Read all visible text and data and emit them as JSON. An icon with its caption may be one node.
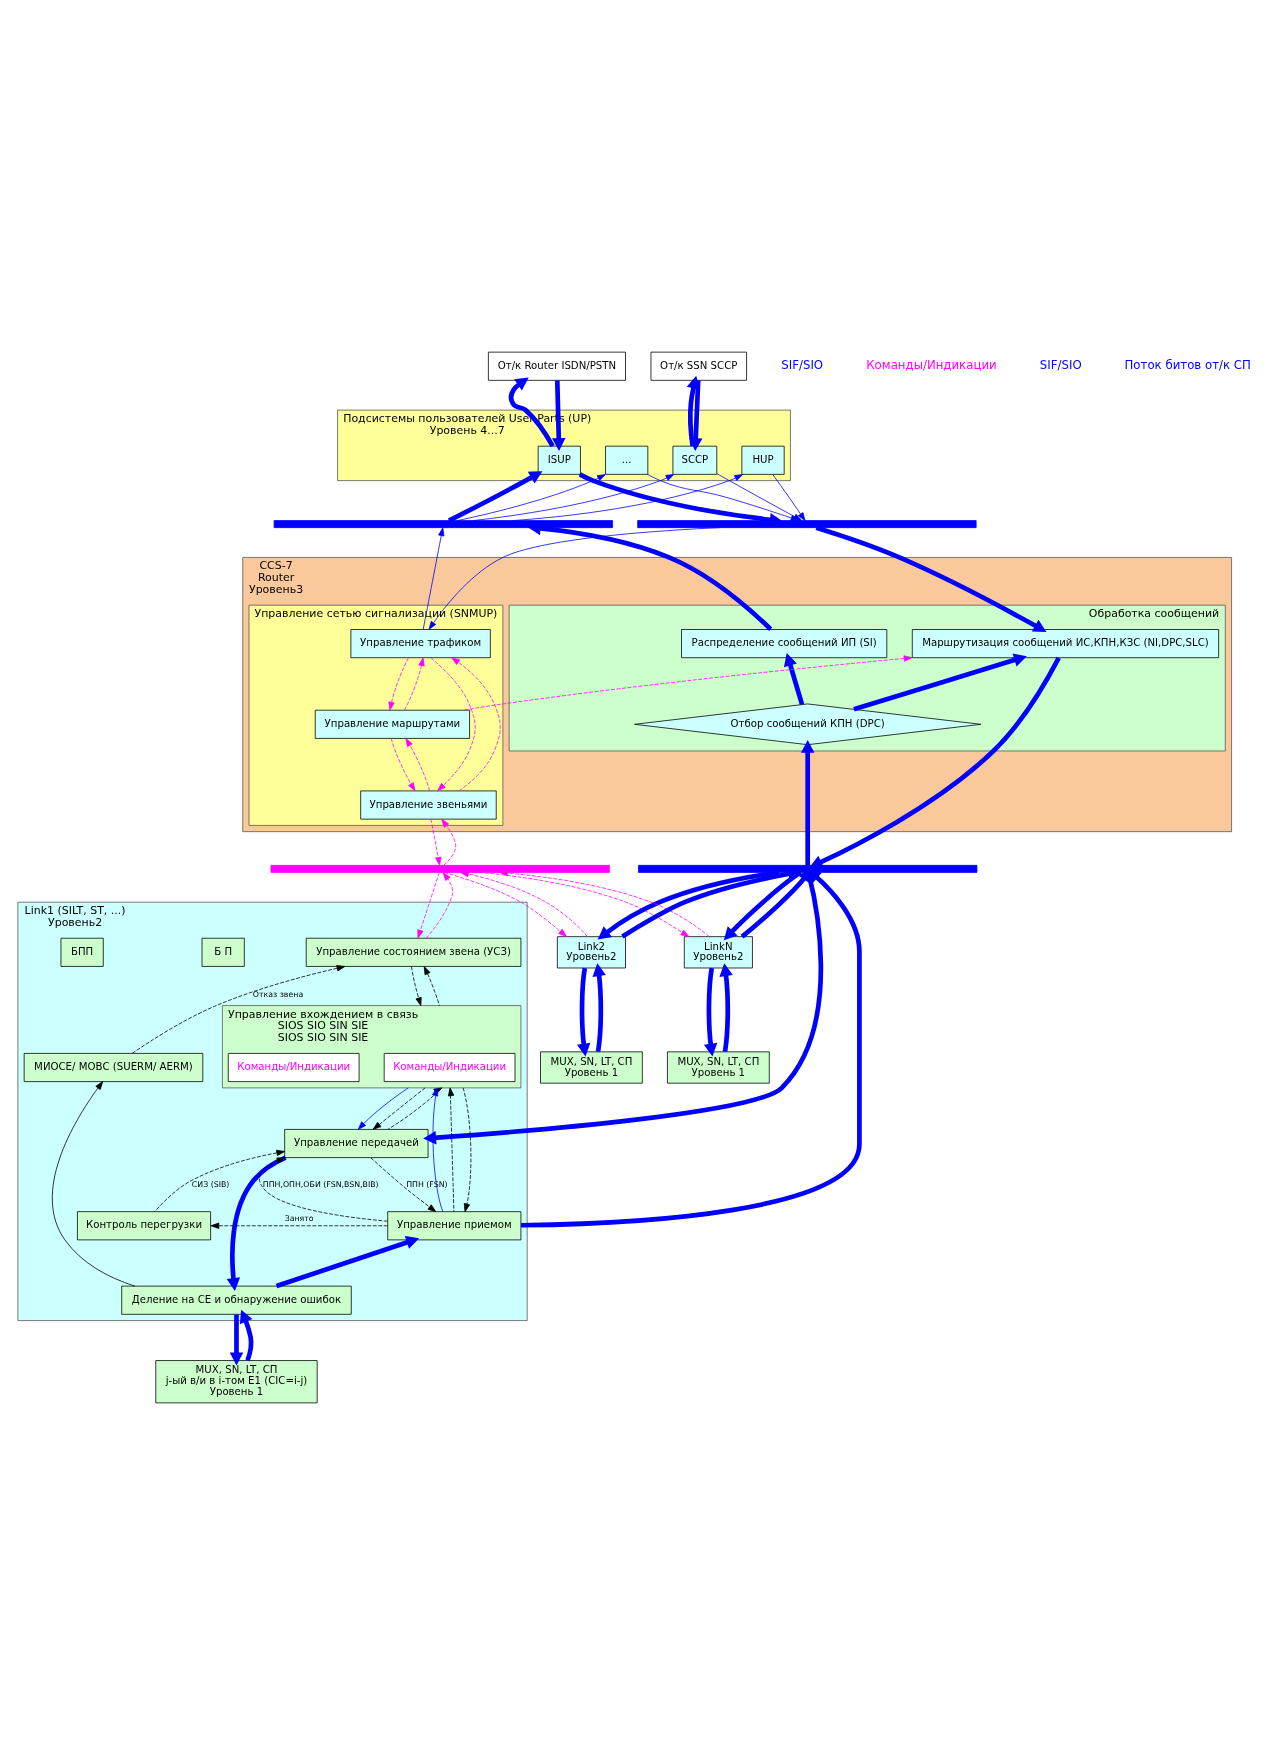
{
  "diagram": {
    "nodes": [
      {
        "text": [
          "Подсистемы пользователей User Parts (UP)",
          "Уровень 4...7"
        ]
      },
      {
        "text": [
          "ISUP"
        ],
        "in": 0
      },
      {
        "text": [
          "..."
        ],
        "in": 0
      },
      {
        "text": [
          "SCCP"
        ],
        "in": 0
      },
      {
        "text": [
          "HUP"
        ],
        "in": 0
      },
      {
        "text": [
          "От/к Router ISDN/PSTN"
        ]
      },
      {
        "text": [
          "От/к SSN SCCP"
        ]
      },
      {
        "text": [],
        "shape": "bar"
      },
      {
        "text": [],
        "shape": "bar"
      },
      {
        "text": [
          "CCS-7",
          "Router",
          "Уровень3"
        ]
      },
      {
        "text": [
          "Обработка сообщений"
        ],
        "in": 9
      },
      {
        "text": [
          "Распределение сообщений ИП (SI)"
        ],
        "in": 10
      },
      {
        "text": [
          "Маршрутизация сообщений ИС,КПН,КЗС (NI,DPC,SLC)"
        ],
        "in": 10
      },
      {
        "text": [
          "Отбор сообщений КПН (DPC)"
        ],
        "in": 10
      },
      {
        "text": [
          "Управление сетью сигнализации (SNMUP)"
        ],
        "in": 9
      },
      {
        "text": [
          "Управление трафиком"
        ],
        "in": 14
      },
      {
        "text": [
          "Управление маршрутами"
        ],
        "in": 14
      },
      {
        "text": [
          "Управление звеньями"
        ],
        "in": 14
      },
      {
        "text": [],
        "shape": "bar"
      },
      {
        "text": [],
        "shape": "bar"
      },
      {
        "text": [
          "LinkN",
          "Уровень2"
        ]
      },
      {
        "text": [
          "Link2",
          "Уровень2"
        ]
      },
      {
        "text": [
          "Link1 (SILT, ST, ...)",
          "Уровень2"
        ]
      },
      {
        "text": [
          "Управление состоянием звена (УСЗ)"
        ],
        "in": 22
      },
      {
        "text": [
          "Управление вхождением в связь",
          "SIOS SIO SIN SIE",
          "SIOS SIO SIN SIE"
        ],
        "in": 22
      },
      {
        "text": [
          "Команды/Индикации"
        ],
        "in": 24
      },
      {
        "text": [
          "Команды/Индикации"
        ],
        "in": 24
      },
      {
        "text": [
          "Б П"
        ],
        "in": 22
      },
      {
        "text": [
          "БПП"
        ],
        "in": 22
      },
      {
        "text": [
          "Управление передачей"
        ],
        "in": 22
      },
      {
        "text": [
          "Контроль перегрузки"
        ],
        "in": 22
      },
      {
        "text": [
          "Управление приемом"
        ],
        "in": 22
      },
      {
        "text": [
          "МИОСЕ/ МОВС (SUERM/ AERM)"
        ],
        "in": 22
      },
      {
        "text": [
          "Деление на СЕ и обнаружение ошибок"
        ],
        "in": 22
      },
      {
        "text": [
          "MUX, SN, LT, СП",
          "Уровень 1"
        ]
      },
      {
        "text": [
          "MUX, SN, LT, СП",
          "Уровень 1"
        ]
      },
      {
        "text": [
          "MUX, SN, LT, СП",
          "j-ый в/и в i-том E1 (CIC=i-j)",
          "Уровень 1"
        ]
      }
    ],
    "edges": [
      {
        "from": 5,
        "to": 1,
        "arrow": "to",
        "style": "thick"
      },
      {
        "from": 1,
        "to": 5,
        "arrow": "to",
        "style": "thick"
      },
      {
        "from": 6,
        "to": 3,
        "arrow": "to",
        "style": "thick"
      },
      {
        "from": 3,
        "to": 6,
        "arrow": "to",
        "style": "thick"
      },
      {
        "from": 1,
        "to": 8,
        "arrow": "to",
        "style": "thick"
      },
      {
        "from": 7,
        "to": 1,
        "arrow": "to",
        "style": "thick"
      },
      {
        "from": 2,
        "to": 8,
        "arrow": "to"
      },
      {
        "from": 7,
        "to": 2,
        "arrow": "to"
      },
      {
        "from": 3,
        "to": 8,
        "arrow": "to"
      },
      {
        "from": 7,
        "to": 3,
        "arrow": "to"
      },
      {
        "from": 4,
        "to": 8,
        "arrow": "to"
      },
      {
        "from": 7,
        "to": 4,
        "arrow": "to"
      },
      {
        "from": 11,
        "to": 7,
        "arrow": "to",
        "style": "thick"
      },
      {
        "from": 8,
        "to": 12,
        "arrow": "to",
        "style": "thick"
      },
      {
        "from": 15,
        "to": 7,
        "arrow": "to"
      },
      {
        "from": 8,
        "to": 15,
        "arrow": "to"
      },
      {
        "from": 13,
        "to": 11,
        "arrow": "to",
        "style": "thick"
      },
      {
        "from": 13,
        "to": 12,
        "arrow": "to",
        "style": "thick"
      },
      {
        "from": 16,
        "to": 15,
        "arrow": "to",
        "style": "dashed",
        "color": "#ff00ff"
      },
      {
        "from": 15,
        "to": 16,
        "arrow": "to",
        "style": "dashed",
        "color": "#ff00ff"
      },
      {
        "from": 16,
        "to": 17,
        "arrow": "to",
        "style": "dashed",
        "color": "#ff00ff"
      },
      {
        "from": 17,
        "to": 16,
        "arrow": "to",
        "style": "dashed",
        "color": "#ff00ff"
      },
      {
        "from": 15,
        "to": 17,
        "arrow": "to",
        "style": "dashed",
        "color": "#ff00ff"
      },
      {
        "from": 17,
        "to": 15,
        "arrow": "to",
        "style": "dashed",
        "color": "#ff00ff"
      },
      {
        "from": 16,
        "to": 12,
        "arrow": "to",
        "style": "dashed",
        "color": "#ff00ff"
      },
      {
        "from": 17,
        "to": 18,
        "arrow": "to",
        "style": "dashed",
        "color": "#ff00ff"
      },
      {
        "from": 18,
        "to": 17,
        "arrow": "to",
        "style": "dashed",
        "color": "#ff00ff"
      },
      {
        "from": 12,
        "to": 19,
        "arrow": "to",
        "style": "thick"
      },
      {
        "from": 19,
        "to": 13,
        "arrow": "to",
        "style": "thick"
      },
      {
        "from": 19,
        "to": 20,
        "arrow": "to",
        "style": "thick"
      },
      {
        "from": 19,
        "to": 21,
        "arrow": "to",
        "style": "thick"
      },
      {
        "from": 19,
        "to": 29,
        "arrow": "to",
        "style": "thick"
      },
      {
        "from": 31,
        "to": 19,
        "arrow": "to",
        "style": "thick"
      },
      {
        "from": 21,
        "to": 19,
        "arrow": "to",
        "style": "thick"
      },
      {
        "from": 20,
        "to": 19,
        "arrow": "to",
        "style": "thick"
      },
      {
        "from": 18,
        "to": 20,
        "arrow": "to",
        "style": "dashed",
        "color": "#ff00ff"
      },
      {
        "from": 18,
        "to": 21,
        "arrow": "to",
        "style": "dashed",
        "color": "#ff00ff"
      },
      {
        "from": 18,
        "to": 23,
        "arrow": "to",
        "style": "dashed",
        "color": "#ff00ff"
      },
      {
        "from": 23,
        "to": 18,
        "arrow": "to",
        "style": "dashed",
        "color": "#ff00ff"
      },
      {
        "from": 21,
        "to": 18,
        "arrow": "to",
        "style": "dashed",
        "color": "#ff00ff"
      },
      {
        "from": 20,
        "to": 18,
        "arrow": "to",
        "style": "dashed",
        "color": "#ff00ff"
      },
      {
        "from": 23,
        "to": 24,
        "arrow": "to",
        "style": "dashed",
        "color": "#000000"
      },
      {
        "from": 24,
        "to": 23,
        "arrow": "to",
        "style": "dashed",
        "color": "#000000"
      },
      {
        "from": 32,
        "to": 23,
        "arrow": "to",
        "label": "Отказ звена",
        "style": "dashed",
        "color": "#000000"
      },
      {
        "from": 24,
        "to": 29,
        "arrow": "to"
      },
      {
        "from": 31,
        "to": 24,
        "arrow": "to"
      },
      {
        "from": 24,
        "to": 29,
        "arrow": "to",
        "style": "dashed",
        "color": "#000000"
      },
      {
        "from": 29,
        "to": 24,
        "arrow": "to",
        "style": "dashed",
        "color": "#000000"
      },
      {
        "from": 31,
        "to": 24,
        "arrow": "to",
        "style": "dashed",
        "color": "#000000"
      },
      {
        "from": 24,
        "to": 31,
        "arrow": "to",
        "style": "dashed",
        "color": "#000000"
      },
      {
        "from": 31,
        "to": 29,
        "arrow": "to",
        "label": "ППН,ОПН,ОБИ (FSN,BSN,BIB)",
        "style": "dashed",
        "color": "#000000"
      },
      {
        "from": 30,
        "to": 29,
        "arrow": "to",
        "label": "СИЗ (SIB)",
        "style": "dashed",
        "color": "#000000"
      },
      {
        "from": 31,
        "to": 30,
        "arrow": "to",
        "label": "Занято",
        "style": "dashed",
        "color": "#000000"
      },
      {
        "from": 29,
        "to": 31,
        "arrow": "to",
        "label": "ППН (FSN)",
        "style": "dashed",
        "color": "#000000"
      },
      {
        "from": 29,
        "to": 33,
        "arrow": "to",
        "style": "thick"
      },
      {
        "from": 33,
        "to": 31,
        "arrow": "to",
        "style": "thick"
      },
      {
        "from": 33,
        "to": 32,
        "arrow": "to",
        "color": "#000000"
      },
      {
        "from": 33,
        "to": 36,
        "arrow": "to",
        "style": "thick"
      },
      {
        "from": 21,
        "to": 35,
        "arrow": "to",
        "style": "thick"
      },
      {
        "from": 20,
        "to": 34,
        "arrow": "to",
        "style": "thick"
      },
      {
        "from": 36,
        "to": 33,
        "arrow": "to",
        "style": "thick"
      },
      {
        "from": 35,
        "to": 21,
        "arrow": "to",
        "style": "thick"
      },
      {
        "from": 34,
        "to": 20,
        "arrow": "to",
        "style": "thick"
      }
    ],
    "labels": [
      "SIF/SIO",
      "Команды/Индикации",
      "SIF/SIO",
      "Поток битов от/к СП"
    ]
  }
}
